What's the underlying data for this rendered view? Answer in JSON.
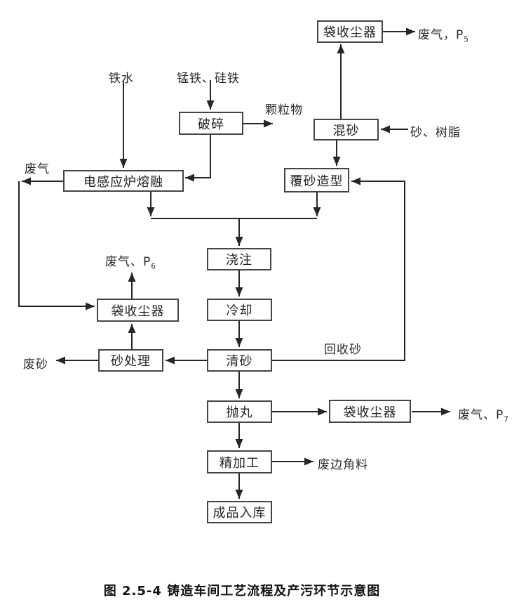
{
  "diagram": {
    "boxes": {
      "dust_collector_top": "袋收尘器",
      "crushing": "破碎",
      "sand_mixing": "混砂",
      "induction_furnace": "电感应炉熔融",
      "sand_molding": "覆砂造型",
      "pouring": "浇注",
      "dust_collector_left": "袋收尘器",
      "cooling": "冷却",
      "sand_treatment": "砂处理",
      "sand_cleaning": "清砂",
      "shot_blasting": "抛丸",
      "dust_collector_bottom": "袋收尘器",
      "finishing": "精加工",
      "warehouse": "成品入库"
    },
    "labels": {
      "molten_iron": "铁水",
      "ferroalloys": "锰铁、硅铁",
      "particulates": "颗粒物",
      "sand_resin": "砂、树脂",
      "waste_gas_left": "废气",
      "waste_gas_p5_prefix": "废气，P",
      "p5_sub": "5",
      "waste_gas_p6_prefix": "废气、P",
      "p6_sub": "6",
      "waste_gas_p7_prefix": "废气、P",
      "p7_sub": "7",
      "waste_sand": "废砂",
      "recycled_sand": "回收砂",
      "waste_scrap": "废边角料"
    },
    "caption": "图 2.5-4 铸造车间工艺流程及产污环节示意图",
    "colors": {
      "line": "#262626",
      "box_border": "#454545",
      "background": "#ffffff",
      "text": "#1c1c1c"
    }
  }
}
